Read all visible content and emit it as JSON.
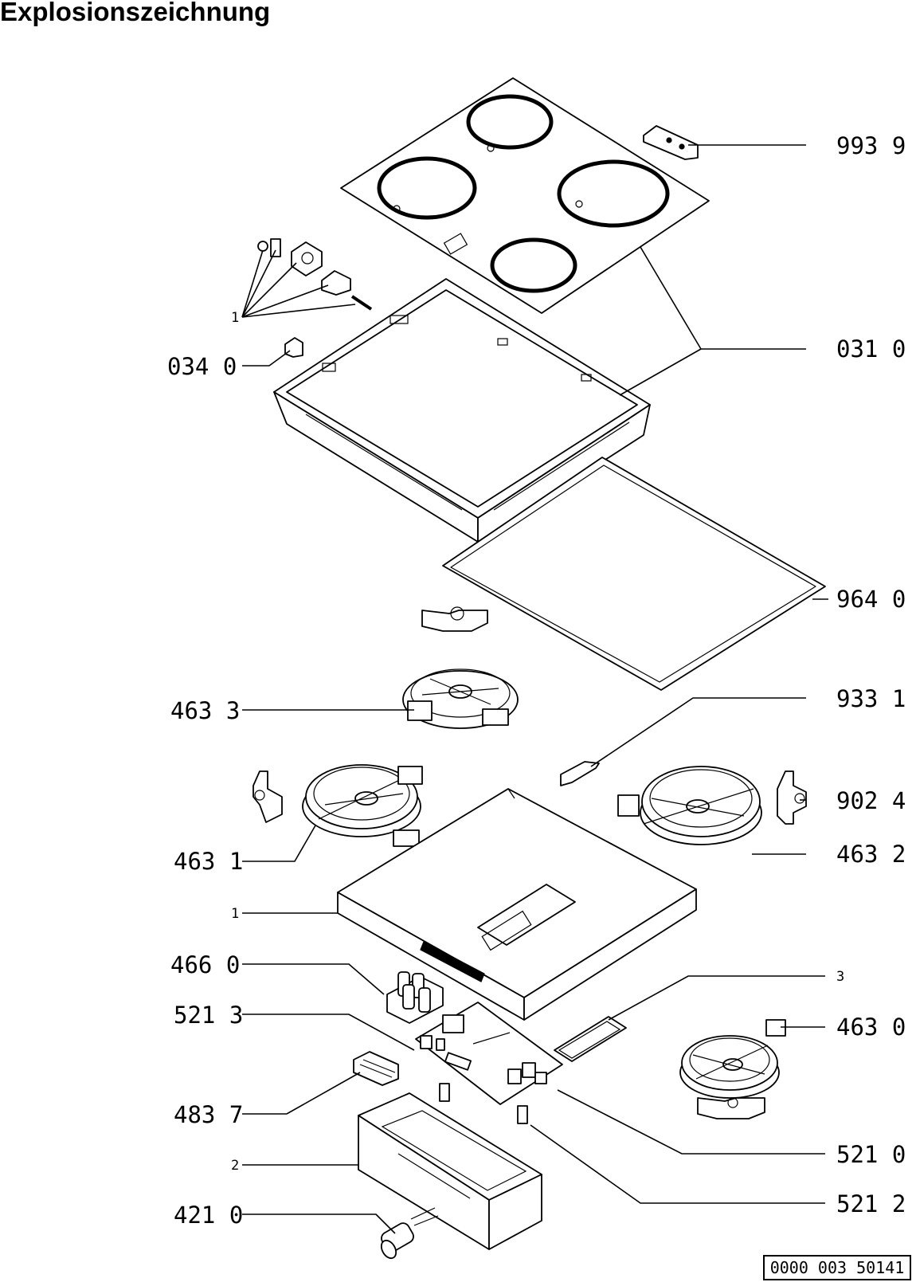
{
  "title": "Explosionszeichnung",
  "drawing_number": "0000 003 50141",
  "labels": {
    "l9939": "993 9",
    "l0310": "031 0",
    "l0340": "034 0",
    "l1a": "1",
    "l9640": "964 0",
    "l4633": "463 3",
    "l9331": "933 1",
    "l9024": "902 4",
    "l4631": "463 1",
    "l4632": "463 2",
    "l1b": "1",
    "l4660": "466 0",
    "l3": "3",
    "l5213": "521 3",
    "l4630": "463 0",
    "l4837": "483 7",
    "l5210": "521 0",
    "l2": "2",
    "l5212": "521 2",
    "l4210": "421 0"
  }
}
